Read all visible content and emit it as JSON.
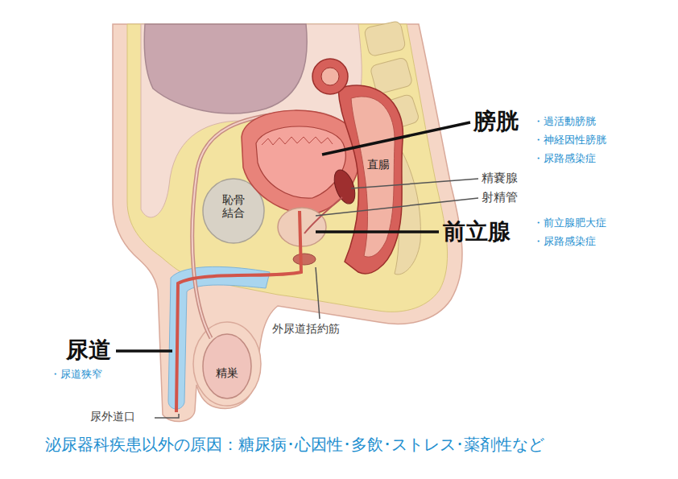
{
  "diagram": {
    "caption": "泌尿器科疾患以外の原因：糖尿病･心因性･多飲･ストレス･薬剤性など",
    "labels": [
      "膀胱",
      "・過活動膀胱",
      "・神経因性膀胱",
      "・尿路感染症",
      "精嚢腺",
      "直腸",
      "射精管",
      "恥骨結合",
      "前立腺",
      "・前立腺肥大症",
      "・尿路感染症",
      "外尿道括約筋",
      "尿道",
      "・尿道狭窄",
      "精巣",
      "尿外道口"
    ]
  }
}
